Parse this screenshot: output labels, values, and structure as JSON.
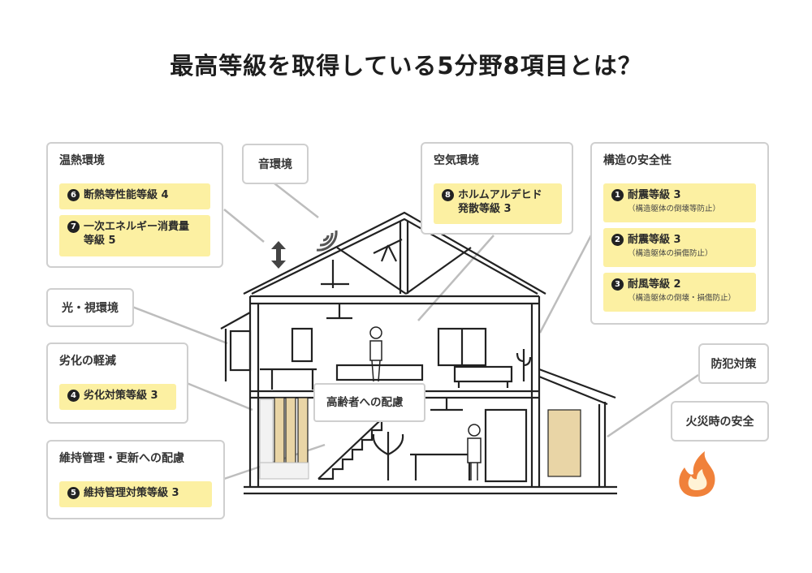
{
  "title": "最高等級を取得している5分野8項目とは？",
  "cards": {
    "onnetsu": {
      "label": "温熱環境",
      "items": [
        {
          "num": "6",
          "text": "断熱等性能等級 4"
        },
        {
          "num": "7",
          "text": "一次エネルギー消費量",
          "cont": "等級 5"
        }
      ]
    },
    "oto": {
      "label": "音環境"
    },
    "kuuki": {
      "label": "空気環境",
      "items": [
        {
          "num": "8",
          "text": "ホルムアルデヒド",
          "cont": "発散等級 3"
        }
      ]
    },
    "kouzou": {
      "label": "構造の安全性",
      "items": [
        {
          "num": "1",
          "text": "耐震等級 3",
          "sub": "（構造躯体の倒壊等防止）"
        },
        {
          "num": "2",
          "text": "耐震等級 3",
          "sub": "（構造躯体の損傷防止）"
        },
        {
          "num": "3",
          "text": "耐風等級 2",
          "sub": "（構造躯体の倒壊・損傷防止）"
        }
      ]
    },
    "hikari": {
      "label": "光・視環境"
    },
    "rekka": {
      "label": "劣化の軽減",
      "items": [
        {
          "num": "4",
          "text": "劣化対策等級 3"
        }
      ]
    },
    "iji": {
      "label": "維持管理・更新への配慮",
      "items": [
        {
          "num": "5",
          "text": "維持管理対策等級 3"
        }
      ]
    },
    "bohan": {
      "label": "防犯対策"
    },
    "kasai": {
      "label": "火災時の安全"
    }
  },
  "center_callout": "高齢者への配慮",
  "colors": {
    "pill": "#fcf0a2",
    "border": "#cfcfcf",
    "line": "#222222",
    "fire": "#f0813a"
  }
}
